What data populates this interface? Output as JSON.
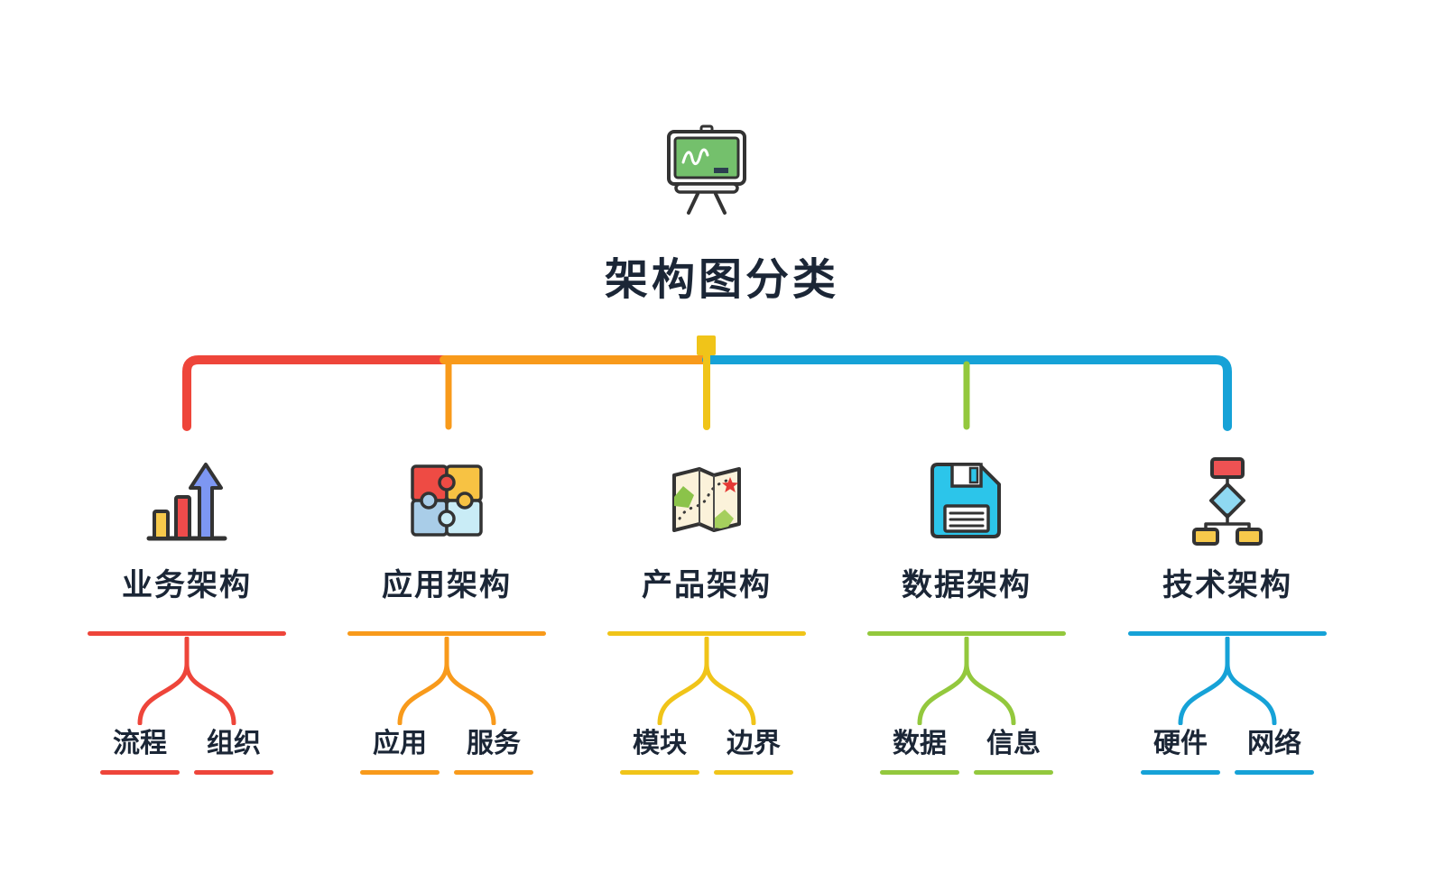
{
  "title": "架构图分类",
  "root": {
    "icon": "presentation-board-icon"
  },
  "colors": {
    "red": "#ee453a",
    "orange": "#f89a1b",
    "yellow": "#f0c419",
    "green": "#93c83d",
    "blue": "#16a2d7",
    "text": "#1b2636"
  },
  "branches": [
    {
      "label": "业务架构",
      "icon": "bar-chart-icon",
      "color": "#ee453a",
      "children": [
        {
          "label": "流程"
        },
        {
          "label": "组织"
        }
      ]
    },
    {
      "label": "应用架构",
      "icon": "puzzle-icon",
      "color": "#f89a1b",
      "children": [
        {
          "label": "应用"
        },
        {
          "label": "服务"
        }
      ]
    },
    {
      "label": "产品架构",
      "icon": "map-icon",
      "color": "#f0c419",
      "children": [
        {
          "label": "模块"
        },
        {
          "label": "边界"
        }
      ]
    },
    {
      "label": "数据架构",
      "icon": "floppy-disk-icon",
      "color": "#93c83d",
      "children": [
        {
          "label": "数据"
        },
        {
          "label": "信息"
        }
      ]
    },
    {
      "label": "技术架构",
      "icon": "flowchart-icon",
      "color": "#16a2d7",
      "children": [
        {
          "label": "硬件"
        },
        {
          "label": "网络"
        }
      ]
    }
  ]
}
